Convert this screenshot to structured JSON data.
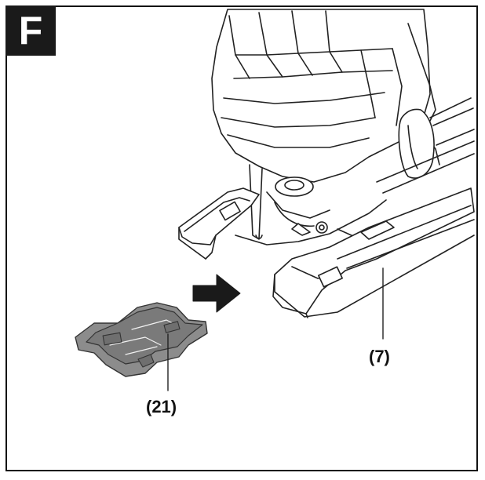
{
  "figure": {
    "letter": "F"
  },
  "callouts": {
    "anti_splinter_insert": "(21)",
    "base_plate": "(7)"
  },
  "colors": {
    "line": "#222222",
    "tab_fill": "#1a1a1a",
    "insert_fill": "#8c8c8c",
    "insert_dark": "#6f6f6f"
  }
}
